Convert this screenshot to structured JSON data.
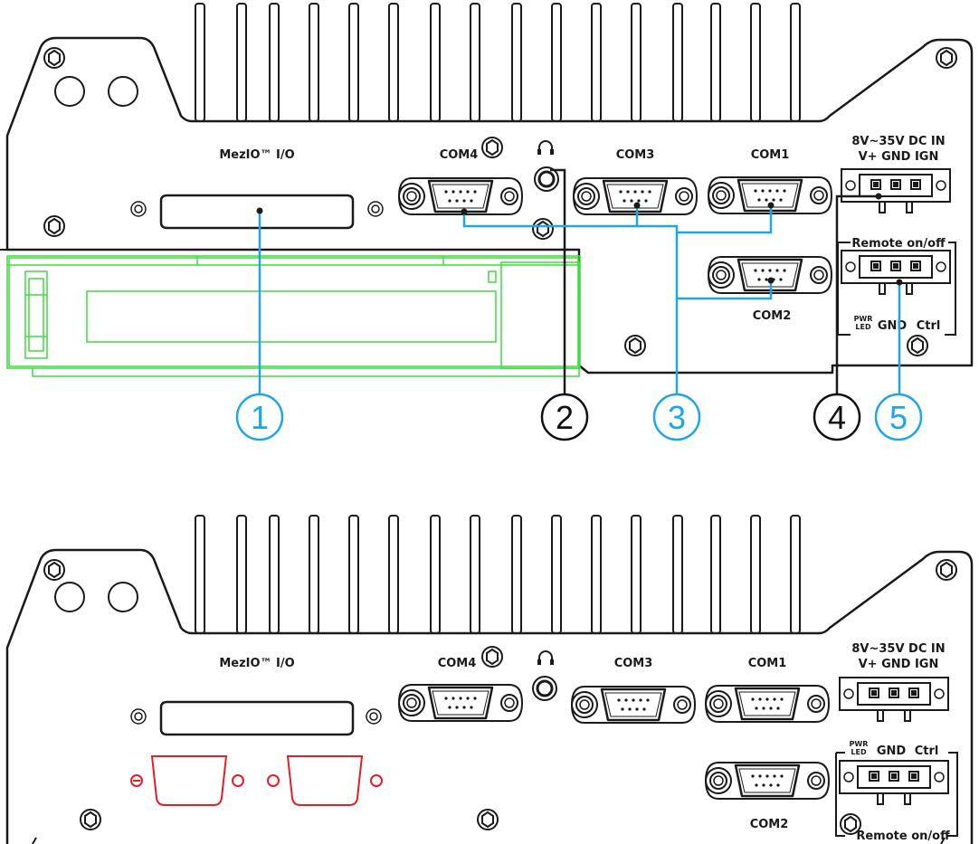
{
  "views": {
    "top": {
      "mezio_label": "MezIO™ I/O",
      "com4": "COM4",
      "com3": "COM3",
      "com1": "COM1",
      "com2": "COM2",
      "dcin_line1": "8V~35V DC IN",
      "dcin_line2": "V+ GND IGN",
      "remote_label": "Remote on/off",
      "pwr": "PWR",
      "led": "LED",
      "gnd": "GND",
      "ctrl": "Ctrl"
    },
    "bottom": {
      "mezio_label": "MezIO™ I/O",
      "com4": "COM4",
      "com3": "COM3",
      "com1": "COM1",
      "com2": "COM2",
      "dcin_line1": "8V~35V DC IN",
      "dcin_line2": "V+ GND IGN",
      "remote_label": "Remote on/off",
      "pwr": "PWR",
      "led": "LED",
      "gnd": "GND",
      "ctrl": "Ctrl"
    }
  },
  "callouts": [
    {
      "number": "1",
      "color": "#1ea6ea"
    },
    {
      "number": "2",
      "color": "#111111"
    },
    {
      "number": "3",
      "color": "#1ea6ea"
    },
    {
      "number": "4",
      "color": "#111111"
    },
    {
      "number": "5",
      "color": "#1ea6ea"
    }
  ],
  "colors": {
    "outline": "#1a1a1a",
    "callout_blue": "#1ea6ea",
    "module_green": "#3ddc3d",
    "placeholder_red": "#e31e24"
  },
  "icons": [
    "headphone-icon"
  ]
}
